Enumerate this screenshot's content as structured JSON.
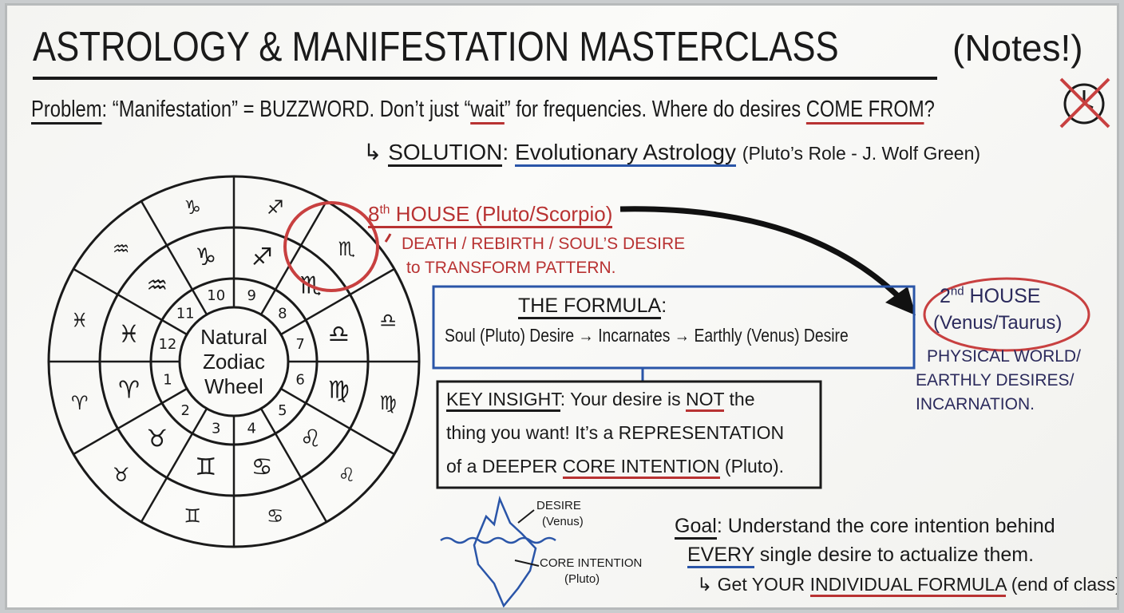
{
  "title": "ASTROLOGY & MANIFESTATION MASTERCLASS",
  "title_note": "(Notes!)",
  "problem": {
    "label": "Problem",
    "text1": ": “Manifestation” = BUZZWORD. Don’t just “",
    "wait": "wait",
    "text2": "” for frequencies. Where do desires ",
    "come_from": "COME FROM",
    "text3": "?"
  },
  "solution": {
    "arrow": "↳",
    "label": "SOLUTION",
    "colon": ":",
    "main": "Evolutionary Astrology",
    "note": "(Pluto’s Role - J. Wolf Green)"
  },
  "wheel": {
    "center_label": [
      "Natural",
      "Zodiac",
      "Wheel"
    ],
    "houses": [
      "1",
      "2",
      "3",
      "4",
      "5",
      "6",
      "7",
      "8",
      "9",
      "10",
      "11",
      "12"
    ],
    "signs": [
      "♈",
      "♉",
      "♊",
      "♋",
      "♌",
      "♍",
      "♎",
      "♏",
      "♐",
      "♑",
      "♒",
      "♓"
    ]
  },
  "eighth_house": {
    "num": "8",
    "sup": "th",
    "title": "HOUSE (Pluto/Scorpio)",
    "line1": "DEATH / REBIRTH / SOUL’S DESIRE",
    "line2": "to TRANSFORM PATTERN."
  },
  "formula": {
    "title": "THE FORMULA",
    "colon": ":",
    "text": "Soul (Pluto) Desire → Incarnates → Earthly (Venus) Desire"
  },
  "second_house": {
    "num": "2",
    "sup": "nd",
    "title": "HOUSE",
    "sub": "(Venus/Taurus)",
    "line1": "PHYSICAL WORLD/",
    "line2": "EARTHLY DESIRES/",
    "line3": "INCARNATION."
  },
  "key_insight": {
    "label": "KEY INSIGHT",
    "l1a": ": Your desire is ",
    "not": "NOT",
    "l1b": " the",
    "l2": "thing you want! It’s a REPRESENTATION",
    "l3a": "of a DEEPER ",
    "core": "CORE INTENTION",
    "l3b": " (Pluto)."
  },
  "iceberg": {
    "desire": "DESIRE",
    "desire_sub": "(Venus)",
    "core": "CORE INTENTION",
    "core_sub": "(Pluto)"
  },
  "goal": {
    "label": "Goal",
    "l1": ": Understand the core intention behind",
    "every": "EVERY",
    "l2": " single desire to actualize them.",
    "l3a": "↳ Get YOUR ",
    "formula": "INDIVIDUAL FORMULA",
    "l3b": " (end of class)!"
  },
  "colors": {
    "ink": "#1a1a1a",
    "red": "#b83232",
    "blue": "#2a55a8",
    "navy": "#2b2a5c"
  }
}
